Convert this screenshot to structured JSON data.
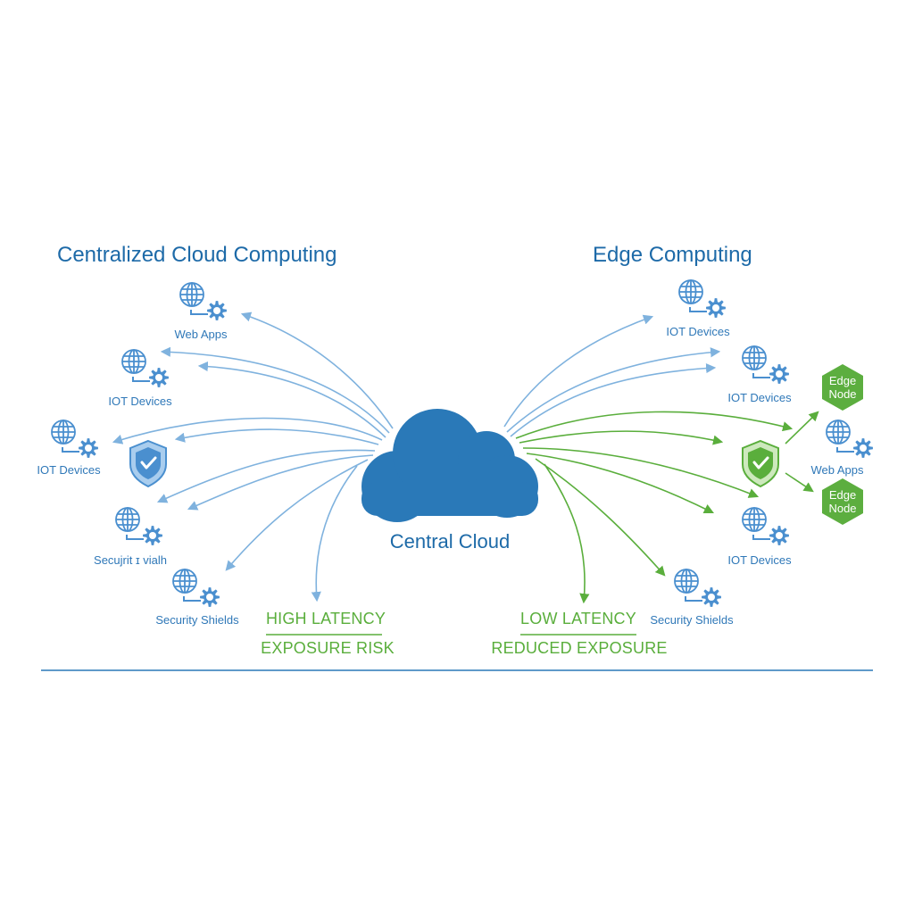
{
  "left_panel": {
    "title": "Centralized Cloud Computing",
    "nodes": [
      {
        "label": "Web Apps"
      },
      {
        "label": "IOT Devices"
      },
      {
        "label": "IOT Devices"
      },
      {
        "label": "Secujrit ɪ vialh"
      },
      {
        "label": "Security Shields"
      }
    ],
    "callouts": {
      "latency": "HIGH LATENCY",
      "exposure": "EXPOSURE RISK"
    }
  },
  "right_panel": {
    "title": "Edge Computing",
    "nodes": [
      {
        "label": "IOT Devices"
      },
      {
        "label": "IOT Devices"
      },
      {
        "label": "Web Apps"
      },
      {
        "label": "IOT Devices"
      },
      {
        "label": "Security Shields"
      }
    ],
    "edge_nodes": [
      {
        "label": "Edge Node"
      },
      {
        "label": "Edge Node"
      }
    ],
    "callouts": {
      "latency": "LOW LATENCY",
      "exposure": "REDUCED EXPOSURE"
    }
  },
  "center": {
    "label": "Central Cloud"
  },
  "colors": {
    "primary_blue": "#2a79b8",
    "light_blue": "#7fb2de",
    "green": "#5aae3c",
    "edge_node_fill": "#5cae3f"
  },
  "icons": [
    "globe-icon",
    "gear-icon",
    "cloud-icon",
    "shield-check-icon",
    "hexagon-icon"
  ]
}
